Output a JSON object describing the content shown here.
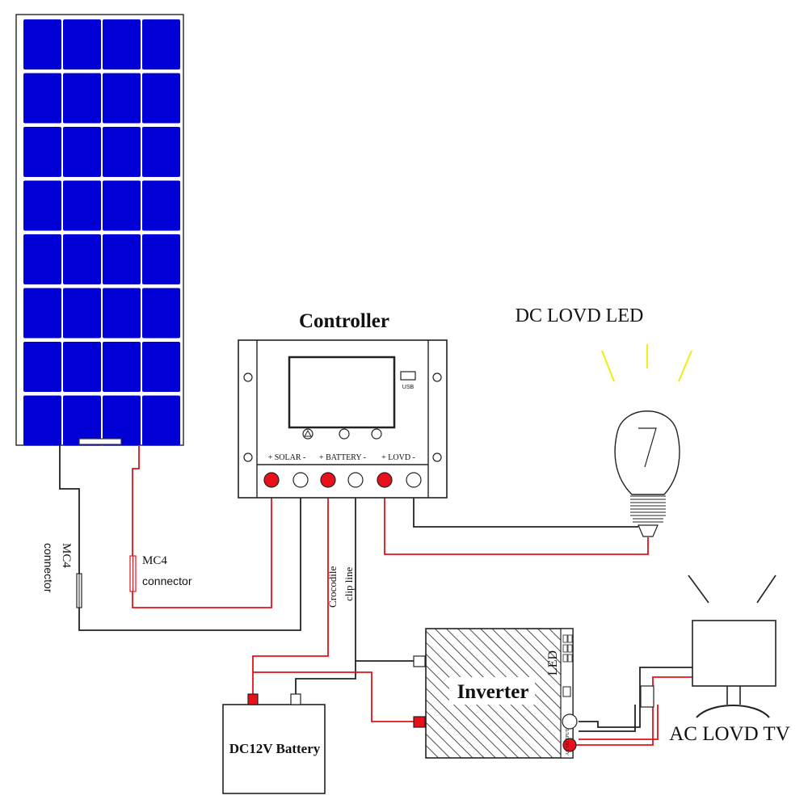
{
  "controller": {
    "title": "Controller",
    "usb_label": "USB",
    "terminals": {
      "solar": "+  SOLAR  -",
      "battery": "+ BATTERY -",
      "lovd": "+  LOVD  -"
    }
  },
  "led": {
    "label": "DC LOVD LED"
  },
  "tv": {
    "label": "AC LOVD TV"
  },
  "battery": {
    "label": "DC12V Battery"
  },
  "inverter": {
    "label": "Inverter",
    "led_label": "LED",
    "ac_output_label": "AC OUTPUT"
  },
  "connectors": {
    "mc4_left_line1": "MC4",
    "mc4_left_line2": "connector",
    "mc4_right_line1": "MC4",
    "mc4_right_line2": "connector"
  },
  "crocodile": {
    "line1": "Crocodile",
    "line2": "clip line"
  },
  "colors": {
    "panel_cell": "#0000d6",
    "positive_wire": "#e8101a",
    "negative_wire": "#222222",
    "light_rays": "#eeee20"
  }
}
